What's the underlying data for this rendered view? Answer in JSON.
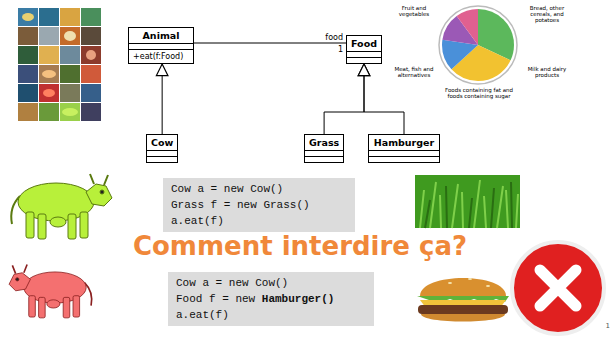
{
  "diagram": {
    "nodes": [
      {
        "text": [
          "Animal",
          "+eat(f:Food)"
        ]
      },
      {
        "text": [
          "Food"
        ]
      },
      {
        "text": [
          "Cow"
        ]
      },
      {
        "text": [
          "Grass"
        ]
      },
      {
        "text": [
          "Hamburger"
        ]
      },
      {
        "text": [
          "Cow a = new Cow()",
          "Grass f = new Grass()",
          "a.eat(f)"
        ]
      },
      {
        "text": [
          "Cow a = new Cow()",
          "Food f = new",
          "Hamburger()",
          "a.eat(f)"
        ]
      }
    ],
    "edges": [
      {
        "from": 0,
        "to": 1,
        "arrow": "none"
      },
      {
        "from": 2,
        "to": 0,
        "arrow": "to"
      },
      {
        "from": 3,
        "to": 1,
        "arrow": "to"
      },
      {
        "from": 4,
        "to": 1,
        "arrow": "to"
      }
    ],
    "labels": [
      "food",
      "1",
      "Fruit and vegetables",
      "Bread, other cereals, and potatoes",
      "Meat, fish and alternatives",
      "Milk and dairy products",
      "Foods containing fat and foods containing sugar",
      "Comment interdire ça?",
      "1"
    ]
  }
}
